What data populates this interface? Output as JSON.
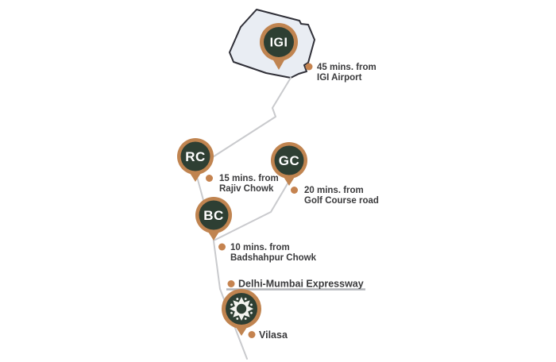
{
  "markers": {
    "igi": "IGI",
    "rc": "RC",
    "gc": "GC",
    "bc": "BC"
  },
  "annotations": {
    "igi_airport": {
      "line1": "45 mins. from",
      "line2": "IGI Airport"
    },
    "rajiv_chowk": {
      "line1": "15 mins. from",
      "line2": "Rajiv Chowk"
    },
    "golf_course": {
      "line1": "20 mins. from",
      "line2": "Golf Course road"
    },
    "badshahpur": {
      "line1": "10 mins. from",
      "line2": "Badshahpur Chowk"
    },
    "expressway": {
      "line1": "Delhi-Mumbai Expressway"
    },
    "vilasa": {
      "line1": "Vilasa"
    }
  },
  "colors": {
    "background": "#ffffff",
    "pin_ring": "#c08450",
    "pin_fill": "#2e3f33",
    "pin_letter": "#ffffff",
    "bullet": "#c5834f",
    "road": "#c9cacd",
    "expressway_line": "#b2b4b8",
    "area_fill": "#e9edf3",
    "area_stroke": "#2f2f37",
    "label_text": "#3a3a3c"
  }
}
